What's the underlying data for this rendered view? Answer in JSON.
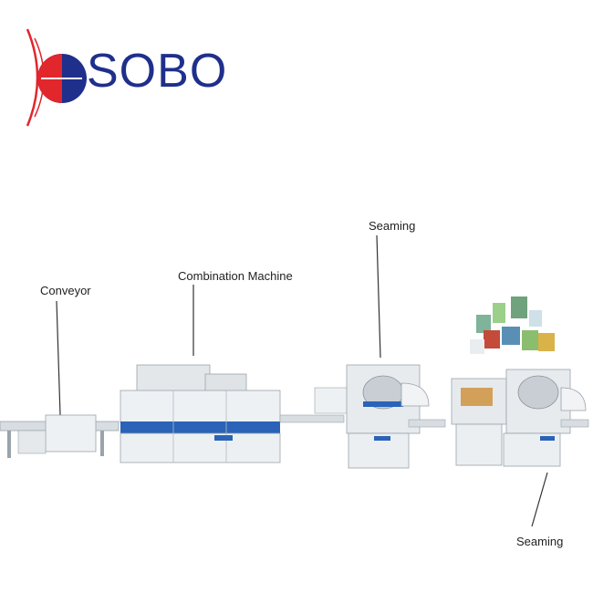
{
  "logo": {
    "text": "SOBO",
    "color_red": "#e1262c",
    "color_blue": "#1f2f8c"
  },
  "labels": {
    "conveyor": "Conveyor",
    "combination": "Combination Machine",
    "seaming_top": "Seaming",
    "seaming_bottom": "Seaming"
  },
  "colors": {
    "machine_body": "#e9edf0",
    "machine_stripe": "#2a63b8",
    "leader_line": "#333333"
  }
}
